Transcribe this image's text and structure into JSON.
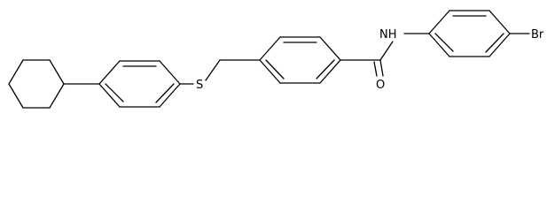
{
  "molecule": {
    "atom_labels": {
      "sulfur": "S",
      "nitrogen": "NH",
      "oxygen": "O",
      "bromine": "Br"
    }
  },
  "colors": {
    "bond": "#000000",
    "background": "#ffffff"
  }
}
